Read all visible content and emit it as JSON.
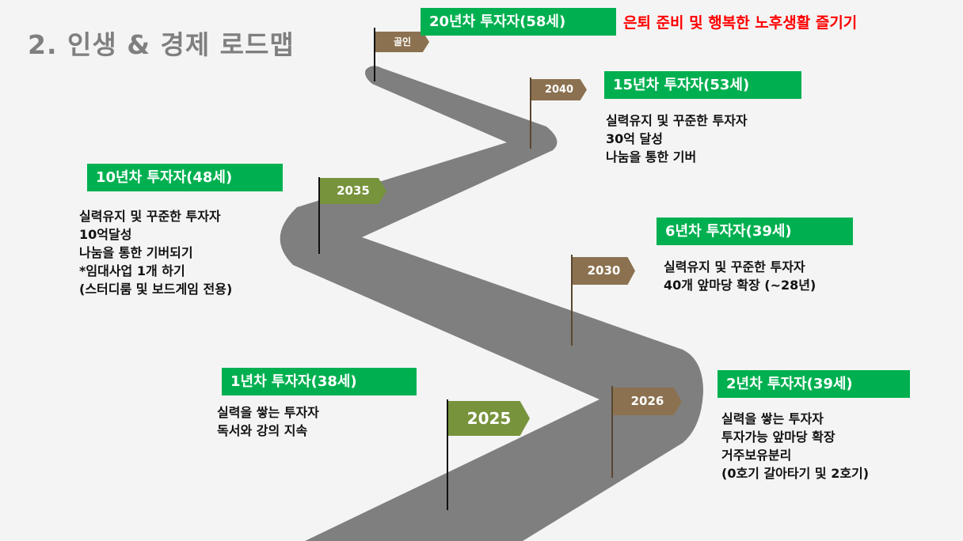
{
  "title": "2. 인생 & 경제 로드맵",
  "colors": {
    "tag_green": "#00b050",
    "flag_brown": "#8b7150",
    "flag_green": "#77933c",
    "road": "#7f7f7f",
    "goal_red": "#ff0000"
  },
  "flags": {
    "goal": "골인",
    "y2040": "2040",
    "y2035": "2035",
    "y2030": "2030",
    "y2026": "2026",
    "y2025": "2025"
  },
  "milestones": {
    "year20": {
      "label": "20년차 투자자(58세)",
      "goal": "은퇴 준비 및 행복한 노후생활 즐기기"
    },
    "year15": {
      "label": "15년차 투자자(53세)",
      "lines": [
        "실력유지 및 꾸준한 투자자",
        "30억 달성",
        "나눔을 통한 기버"
      ]
    },
    "year10": {
      "label": "10년차 투자자(48세)",
      "lines": [
        "실력유지 및 꾸준한 투자자",
        "10억달성",
        "나눔을 통한 기버되기",
        "*임대사업 1개 하기",
        "(스터디룸 및 보드게임 전용)"
      ]
    },
    "year6": {
      "label": "6년차 투자자(39세)",
      "lines": [
        "실력유지 및 꾸준한 투자자",
        "40개 앞마당 확장 (~28년)"
      ]
    },
    "year1": {
      "label": "1년차 투자자(38세)",
      "lines": [
        "실력을 쌓는 투자자",
        "독서와 강의 지속"
      ]
    },
    "year2": {
      "label": "2년차 투자자(39세)",
      "lines": [
        "실력을 쌓는 투자자",
        "투자가능 앞마당 확장",
        "거주보유분리",
        "(0호기 갈아타기 및 2호기)"
      ]
    }
  }
}
